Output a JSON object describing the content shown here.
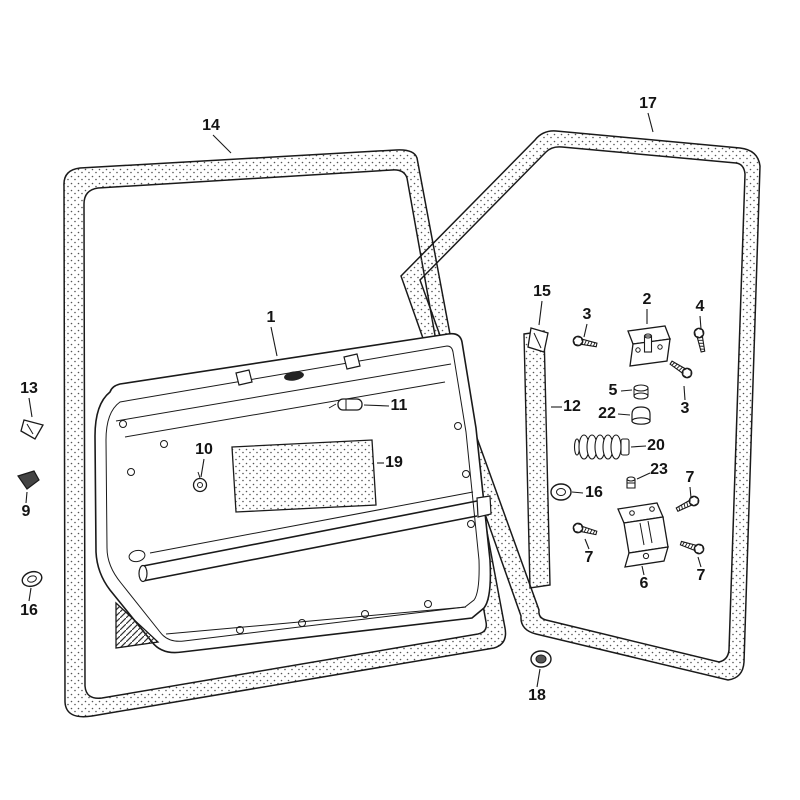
{
  "canvas": {
    "background": "#ffffff",
    "line_color": "#1a1a1a"
  },
  "labels": [
    {
      "text": "14"
    },
    {
      "text": "17"
    },
    {
      "text": "1"
    },
    {
      "text": "15"
    },
    {
      "text": "3"
    },
    {
      "text": "2"
    },
    {
      "text": "4"
    },
    {
      "text": "5"
    },
    {
      "text": "22"
    },
    {
      "text": "3"
    },
    {
      "text": "12"
    },
    {
      "text": "20"
    },
    {
      "text": "11"
    },
    {
      "text": "10"
    },
    {
      "text": "19"
    },
    {
      "text": "13"
    },
    {
      "text": "9"
    },
    {
      "text": "16"
    },
    {
      "text": "16"
    },
    {
      "text": "23"
    },
    {
      "text": "7"
    },
    {
      "text": "7"
    },
    {
      "text": "7"
    },
    {
      "text": "6"
    },
    {
      "text": "18"
    }
  ]
}
